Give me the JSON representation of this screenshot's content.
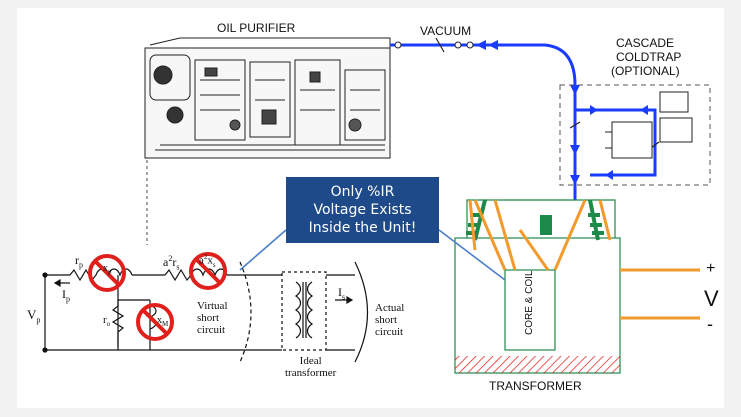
{
  "labels": {
    "oil_purifier": "OIL PURIFIER",
    "vacuum": "VACUUM",
    "coldtrap": [
      "CASCADE",
      "COLDTRAP",
      "(OPTIONAL)"
    ],
    "transformer": "TRANSFORMER",
    "core_coil": "CORE & COIL",
    "plus": "+",
    "v": "V",
    "minus": "-"
  },
  "callout": {
    "lines": [
      "Only %IR",
      "Voltage Exists",
      "Inside the Unit!"
    ]
  },
  "circuit": {
    "rp": "r",
    "rp_sub": "p",
    "xp": "x",
    "xp_sub": "p",
    "a2rs": "a",
    "a2rs_sup": "2",
    "rs": "r",
    "rs_sub": "s",
    "a2xs": "a",
    "a2xs_sup": "2",
    "xs": "x",
    "xs_sub": "s",
    "ip": "I",
    "ip_sub": "p",
    "is": "I",
    "is_sub": "s",
    "vp": "V",
    "vp_sub": "p",
    "ro": "r",
    "ro_sub": "o",
    "xm": "x",
    "xm_sub": "M",
    "virtual_short": [
      "Virtual",
      "short",
      "circuit"
    ],
    "ideal_transformer": [
      "Ideal",
      "transformer"
    ],
    "actual_short": [
      "Actual",
      "short",
      "circuit"
    ]
  },
  "colors": {
    "callout_bg": "#1f4a8a",
    "vacuum_line": "#1a3cff",
    "lead_wire": "#f39a2c",
    "bushing": "#1e8a4a",
    "no_sign": "#e0201c",
    "connector": "#4a7fc9"
  }
}
